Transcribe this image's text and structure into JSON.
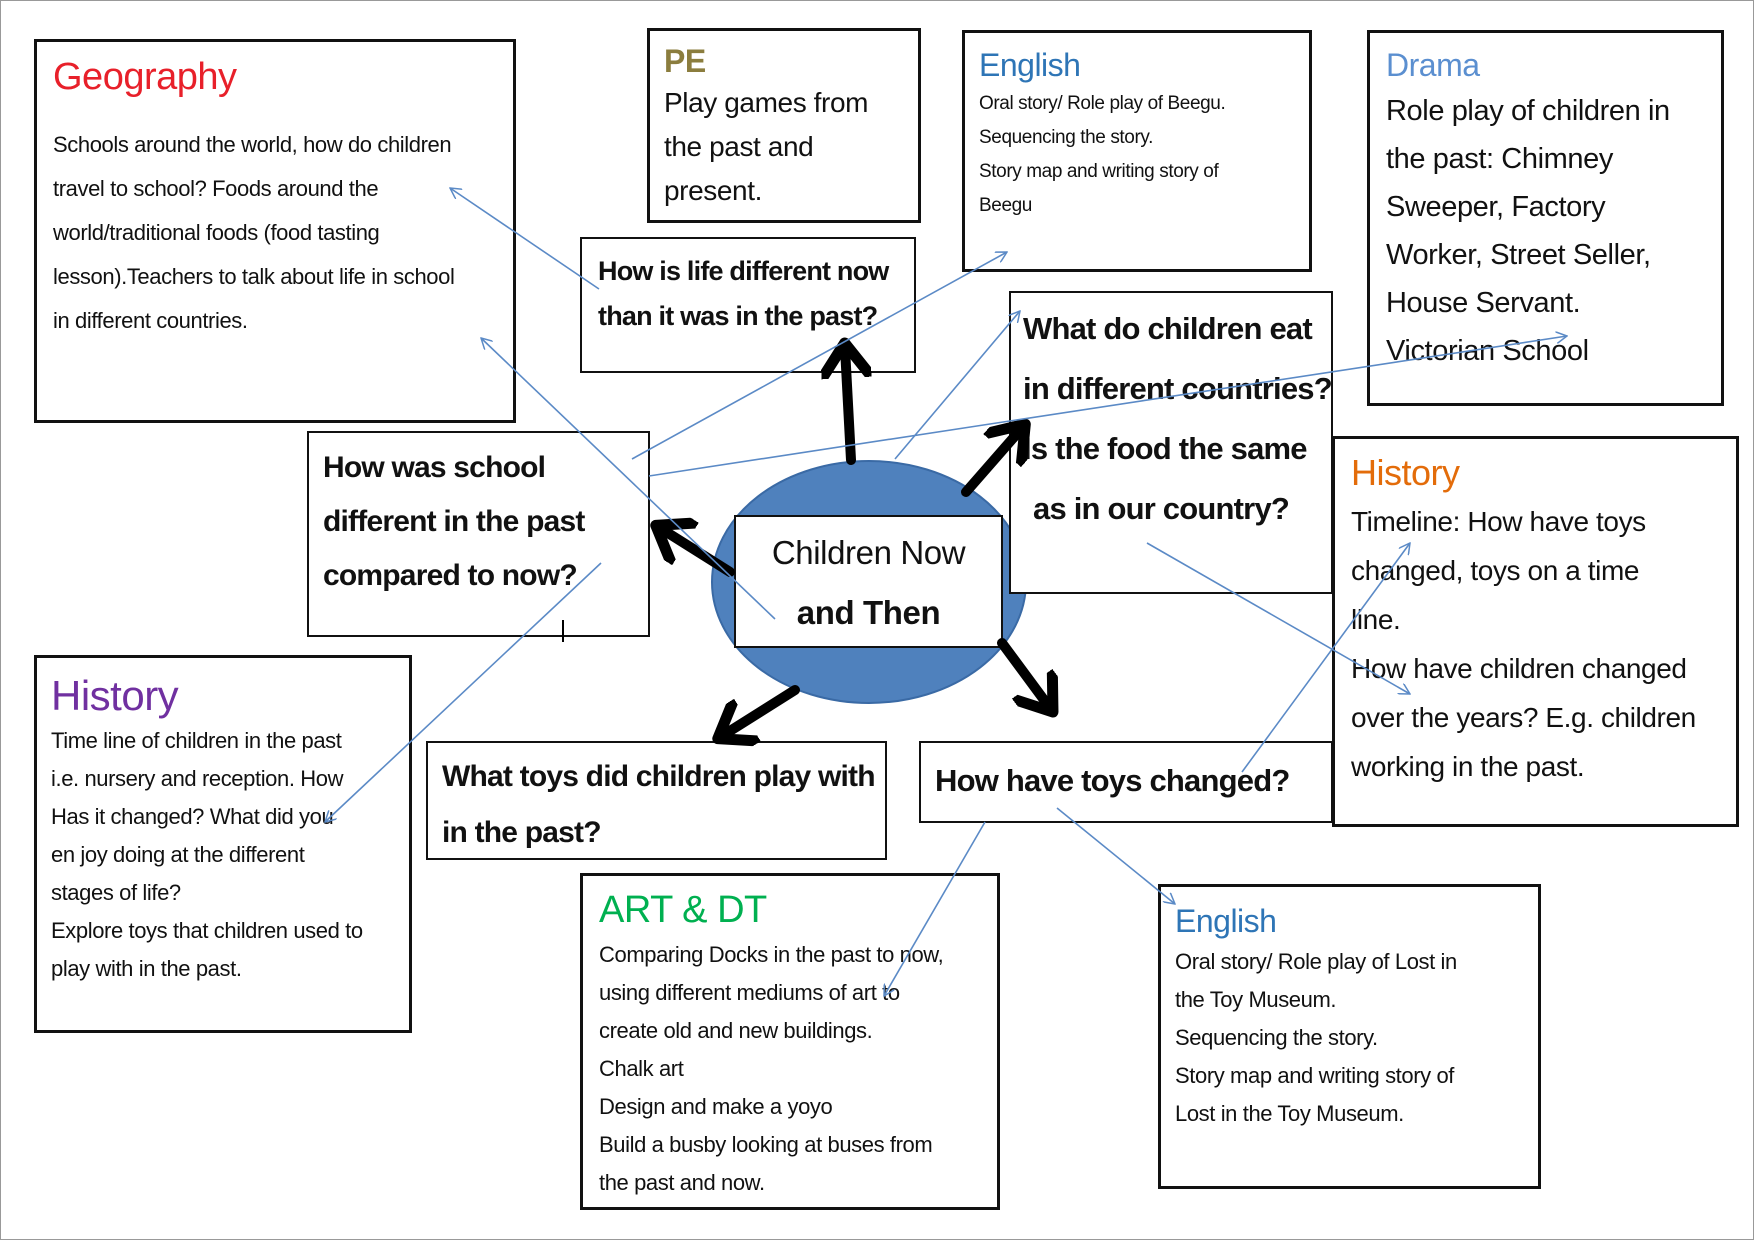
{
  "center": {
    "lines": [
      "Children Now",
      "and Then"
    ]
  },
  "questions": {
    "life": [
      "How is life different now",
      "than it was in the past?"
    ],
    "school": [
      "How was school",
      "different in the past",
      "compared to now?"
    ],
    "food": [
      "What do children eat",
      "in different countries?",
      "Is the food the same",
      "as in our country?"
    ],
    "toys_past": [
      "What toys did children play with",
      "in the past?"
    ],
    "toys_changed": [
      "How have toys changed?"
    ]
  },
  "subjects": {
    "geography": {
      "title": "Geography",
      "color": "#e8202a",
      "lines": [
        "Schools around the world, how do children",
        "travel to school? Foods around the",
        "world/traditional foods (food tasting",
        "lesson).Teachers to talk about life in school",
        "in different countries."
      ]
    },
    "pe": {
      "title": "PE",
      "color": "#8b7d3e",
      "lines": [
        "Play games from",
        "the past and",
        "present."
      ]
    },
    "english_top": {
      "title": "English",
      "color": "#2e75b6",
      "lines": [
        "Oral story/ Role play of Beegu.",
        "Sequencing the story.",
        "Story map and writing story of",
        "Beegu"
      ]
    },
    "drama": {
      "title": "Drama",
      "color": "#5b8fd0",
      "lines": [
        "Role play of children in",
        "the past: Chimney",
        "Sweeper, Factory",
        "Worker, Street Seller,",
        "House Servant.",
        "Victorian School"
      ]
    },
    "history_right": {
      "title": "History",
      "color": "#e36c0a",
      "lines": [
        "Timeline: How have toys",
        "changed, toys on a time",
        "line.",
        "How have children changed",
        "over the years? E.g. children",
        "working in the past."
      ]
    },
    "history_left": {
      "title": "History",
      "color": "#7030a0",
      "lines": [
        "Time line of children in the past",
        "i.e. nursery and reception. How",
        "Has it changed? What did you",
        "en joy doing at the different",
        "stages of life?",
        "Explore toys that children used to",
        "play with in the past."
      ]
    },
    "art": {
      "title": "ART & DT",
      "color": "#00b050",
      "lines": [
        "Comparing Docks in the past to now,",
        "using different mediums of art to",
        "create old and new buildings.",
        "Chalk art",
        "Design and make a yoyo",
        "Build a busby looking at buses from",
        "the past and now."
      ]
    },
    "english_bottom": {
      "title": "English",
      "color": "#2e75b6",
      "lines": [
        "Oral story/ Role play of Lost in",
        "the Toy Museum.",
        "Sequencing the story.",
        "Story map and writing story of",
        "Lost in the Toy Museum."
      ]
    }
  },
  "colors": {
    "ellipse_fill": "#4f81bd",
    "ellipse_stroke": "#3a6aa5",
    "connector": "#5b8ac6",
    "arrow": "#000000"
  }
}
